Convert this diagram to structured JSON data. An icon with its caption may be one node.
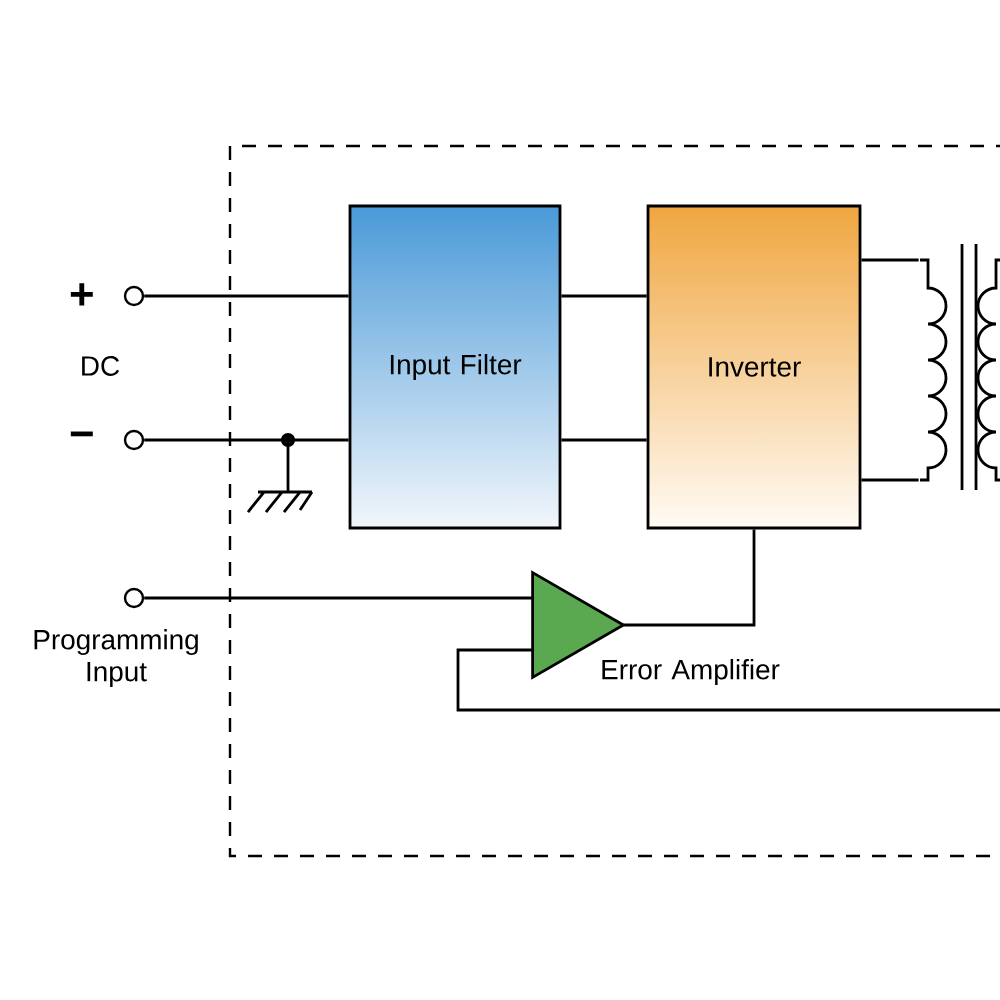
{
  "diagram": {
    "nodes": [
      {
        "text": [],
        "shape": "circle",
        "beside": [
          "+"
        ]
      },
      {
        "text": [],
        "shape": "circle",
        "beside": [
          "−"
        ]
      },
      {
        "text": [],
        "shape": "circle",
        "beside": [
          "Programming Input"
        ]
      },
      {
        "text": [
          "Input Filter"
        ]
      },
      {
        "text": [
          "Inverter"
        ]
      },
      {
        "text": [],
        "shape": "triangle",
        "beside": [
          "Error Amplifier"
        ]
      },
      {
        "text": [],
        "shape": "coil"
      }
    ],
    "edges": [
      {
        "from": 0,
        "to": 3,
        "arrow": "none"
      },
      {
        "from": 1,
        "to": 3,
        "arrow": "none"
      },
      {
        "from": 3,
        "to": 4,
        "arrow": "none"
      },
      {
        "from": 3,
        "to": 4,
        "arrow": "none"
      },
      {
        "from": 2,
        "to": 5,
        "arrow": "none"
      },
      {
        "from": 4,
        "to": 5,
        "arrow": "none"
      },
      {
        "from": 4,
        "to": 6,
        "arrow": "none"
      },
      {
        "from": 4,
        "to": 6,
        "arrow": "none"
      },
      {
        "from": 5,
        "to": null,
        "arrow": "none"
      }
    ],
    "labels": [
      "DC"
    ]
  }
}
